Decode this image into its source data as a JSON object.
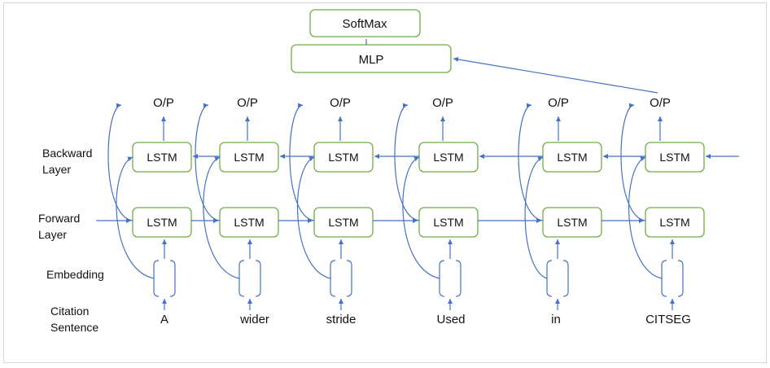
{
  "colors": {
    "box_border": "#70ad47",
    "arrow": "#4472c4",
    "text": "#111111",
    "frame": "#d0d7de"
  },
  "top": {
    "softmax": "SoftMax",
    "mlp": "MLP"
  },
  "row_labels": {
    "backward_1": "Backward",
    "backward_2": "Layer",
    "forward_1": "Forward",
    "forward_2": "Layer",
    "embedding": "Embedding",
    "citation_1": "Citation",
    "citation_2": "Sentence"
  },
  "output_label": "O/P",
  "cell_label": "LSTM",
  "columns": [
    {
      "word": "A"
    },
    {
      "word": "wider"
    },
    {
      "word": "stride"
    },
    {
      "word": "Used"
    },
    {
      "word": "in"
    },
    {
      "word": "CITSEG"
    }
  ]
}
